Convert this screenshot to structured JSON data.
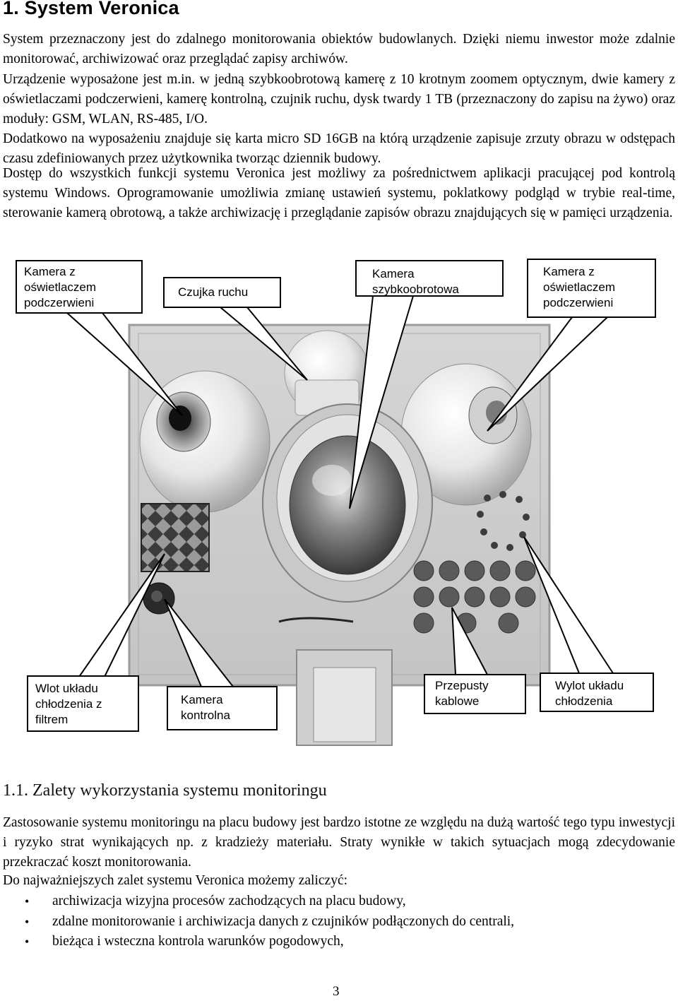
{
  "heading": "1. System Veronica",
  "paragraphs": {
    "p1": "System przeznaczony jest do zdalnego monitorowania obiektów budowlanych. Dzięki niemu inwestor może zdalnie monitorować, archiwizować oraz przeglądać zapisy archiwów.",
    "p2": "Urządzenie wyposażone jest m.in. w jedną szybkoobrotową kamerę z 10 krotnym zoomem optycznym, dwie kamery z oświetlaczami podczerwieni, kamerę kontrolną, czujnik ruchu, dysk twardy 1 TB (przeznaczony do zapisu na żywo) oraz moduły: GSM, WLAN, RS-485, I/O.",
    "p3": "Dodatkowo na wyposażeniu znajduje się karta micro SD 16GB na którą urządzenie zapisuje zrzuty obrazu w odstępach czasu zdefiniowanych przez użytkownika tworząc dziennik budowy.",
    "p4": "Dostęp do wszystkich funkcji systemu Veronica jest możliwy za pośrednictwem aplikacji pracującej pod kontrolą systemu Windows. Oprogramowanie umożliwia zmianę ustawień systemu, poklatkowy podgląd w trybie real-time, sterowanie kamerą obrotową, a także archiwizację i przeglądanie zapisów obrazu znajdujących się w pamięci urządzenia."
  },
  "figure": {
    "callouts": {
      "ir_camera_left": "Kamera z oświetlaczem podczerwieni",
      "motion_sensor": "Czujka ruchu",
      "speed_dome": "Kamera szybkoobrotowa",
      "ir_camera_right": "Kamera z oświetlaczem podczerwieni",
      "cooling_inlet": "Wlot układu chłodzenia z filtrem",
      "control_camera": "Kamera kontrolna",
      "cable_glands": "Przepusty kablowe",
      "cooling_outlet": "Wylot układu chłodzenia"
    }
  },
  "section": {
    "title": "1.1. Zalety wykorzystania systemu monitoringu",
    "p5": "Zastosowanie systemu monitoringu na placu budowy jest bardzo istotne ze względu na dużą wartość tego typu inwestycji i ryzyko strat wynikających np. z kradzieży materiału. Straty wynikłe w takich sytuacjach mogą zdecydowanie przekraczać koszt monitorowania.",
    "p6": "Do najważniejszych zalet systemu Veronica możemy zaliczyć:",
    "bullet_symbol": "•",
    "bullets": [
      "archiwizacja wizyjna procesów zachodzących na placu budowy,",
      "zdalne monitorowanie i archiwizacja danych z czujników podłączonych do centrali,",
      "bieżąca i wsteczna kontrola warunków pogodowych,"
    ]
  },
  "page_number": "3"
}
